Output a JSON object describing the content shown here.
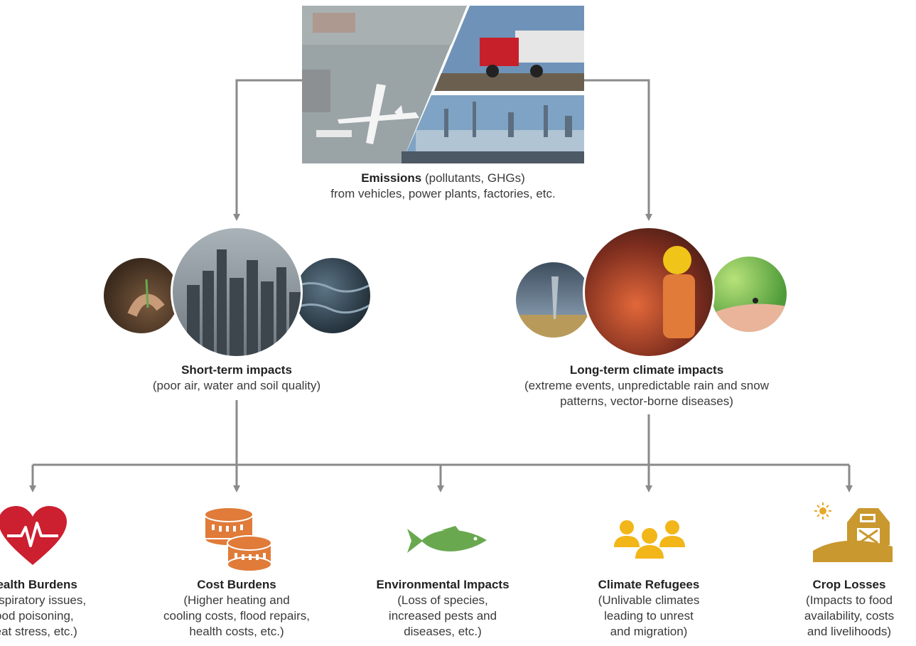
{
  "emissions": {
    "title": "Emissions",
    "title_suffix": " (pollutants, GHGs)",
    "line2": "from vehicles, power plants, factories, etc."
  },
  "short_term": {
    "title": "Short-term impacts",
    "line2": "(poor air, water and soil quality)"
  },
  "long_term": {
    "title": "Long-term climate impacts",
    "line2": "(extreme events, unpredictable rain and snow",
    "line3": "patterns, vector-borne diseases)"
  },
  "outcomes": [
    {
      "title": "Health Burdens",
      "lines": [
        "(Respiratory issues,",
        "food poisoning,",
        "heat stress, etc.)"
      ],
      "icon": "heart-pulse-icon",
      "color": "#cc1f2f"
    },
    {
      "title": "Cost Burdens",
      "lines": [
        "(Higher heating and",
        "cooling costs, flood repairs,",
        "health costs, etc.)"
      ],
      "icon": "coins-icon",
      "color": "#e07b39"
    },
    {
      "title": "Environmental Impacts",
      "lines": [
        "(Loss of species,",
        "increased pests and",
        "diseases, etc.)"
      ],
      "icon": "fish-icon",
      "color": "#6aa84f"
    },
    {
      "title": "Climate Refugees",
      "lines": [
        "(Unlivable climates",
        "leading to unrest",
        "and migration)"
      ],
      "icon": "people-group-icon",
      "color": "#f2b619"
    },
    {
      "title": "Crop Losses",
      "lines": [
        "(Impacts to food",
        "availability, costs",
        "and livelihoods)"
      ],
      "icon": "barn-sun-icon",
      "color": "#c9982e"
    }
  ],
  "colors": {
    "connector": "#8a8a8a",
    "text": "#3a3a3a"
  }
}
